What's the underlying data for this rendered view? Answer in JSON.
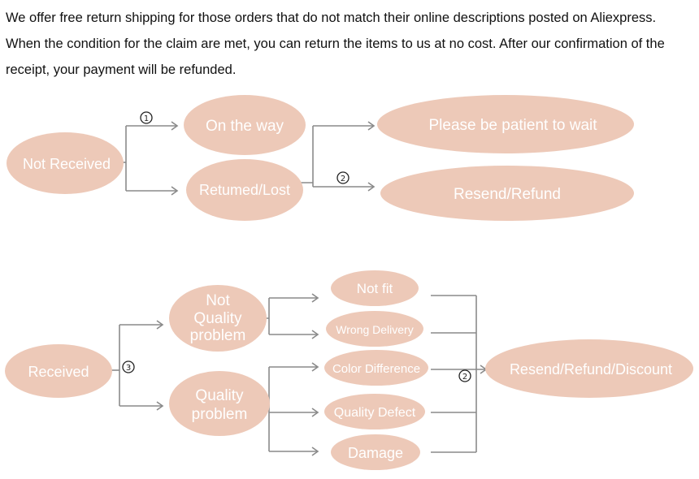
{
  "intro_text": "We offer free return shipping for  those orders that do not  match their online descriptions  posted on Aliexpress. When the condition for the claim are met, you can return the items to us at no cost. After our confirmation of the receipt, your payment will be refunded.",
  "not_received": {
    "root": "Not Received",
    "on_the_way": "On the way",
    "returned_lost": "Retumed/Lost",
    "be_patient": "Please be patient to wait",
    "resend_refund": "Resend/Refund",
    "step_one": "1",
    "step_two": "2"
  },
  "received": {
    "root": "Received",
    "not_quality": [
      "Not",
      "Quality",
      "problem"
    ],
    "quality": [
      "Quality",
      "problem"
    ],
    "not_fit": "Not fit",
    "wrong_delivery": "Wrong Delivery",
    "color_difference": "Color Difference",
    "quality_defect": "Quality Defect",
    "damage": "Damage",
    "resend_refund_discount": "Resend/Refund/Discount",
    "step_three": "3",
    "step_two": "2"
  },
  "colors": {
    "node_fill": "#edc9b8",
    "connector": "#8a8a8a",
    "node_text": "#ffffff"
  }
}
